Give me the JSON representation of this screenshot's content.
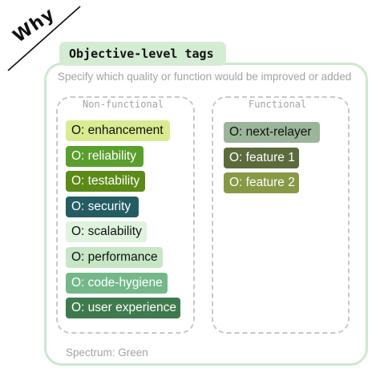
{
  "corner": {
    "word": "Why"
  },
  "header": {
    "title": "Objective-level tags"
  },
  "subtitle": "Specify which quality or function would be improved or added",
  "non_functional": {
    "label": "Non-functional",
    "tags": [
      {
        "text": "O: enhancement",
        "color": "#d9ec92"
      },
      {
        "text": "O: reliability",
        "color": "#5a9e2c"
      },
      {
        "text": "O: testability",
        "color": "#5c8a17"
      },
      {
        "text": "O: security",
        "color": "#245c63"
      },
      {
        "text": "O: scalability",
        "color": "#dff3de"
      },
      {
        "text": "O: performance",
        "color": "#c7e6c5"
      },
      {
        "text": "O: code-hygiene",
        "color": "#74b88a"
      },
      {
        "text": "O: user experience",
        "color": "#3f7a4f"
      }
    ]
  },
  "functional": {
    "label": "Functional",
    "tags": [
      {
        "text": "O: next-relayer",
        "color": "#9bb59b"
      },
      {
        "text": "O: feature 1",
        "color": "#5c6b3c"
      },
      {
        "text": "O: feature 2",
        "color": "#889946"
      }
    ]
  },
  "footer": {
    "spectrum": "Spectrum: Green"
  }
}
